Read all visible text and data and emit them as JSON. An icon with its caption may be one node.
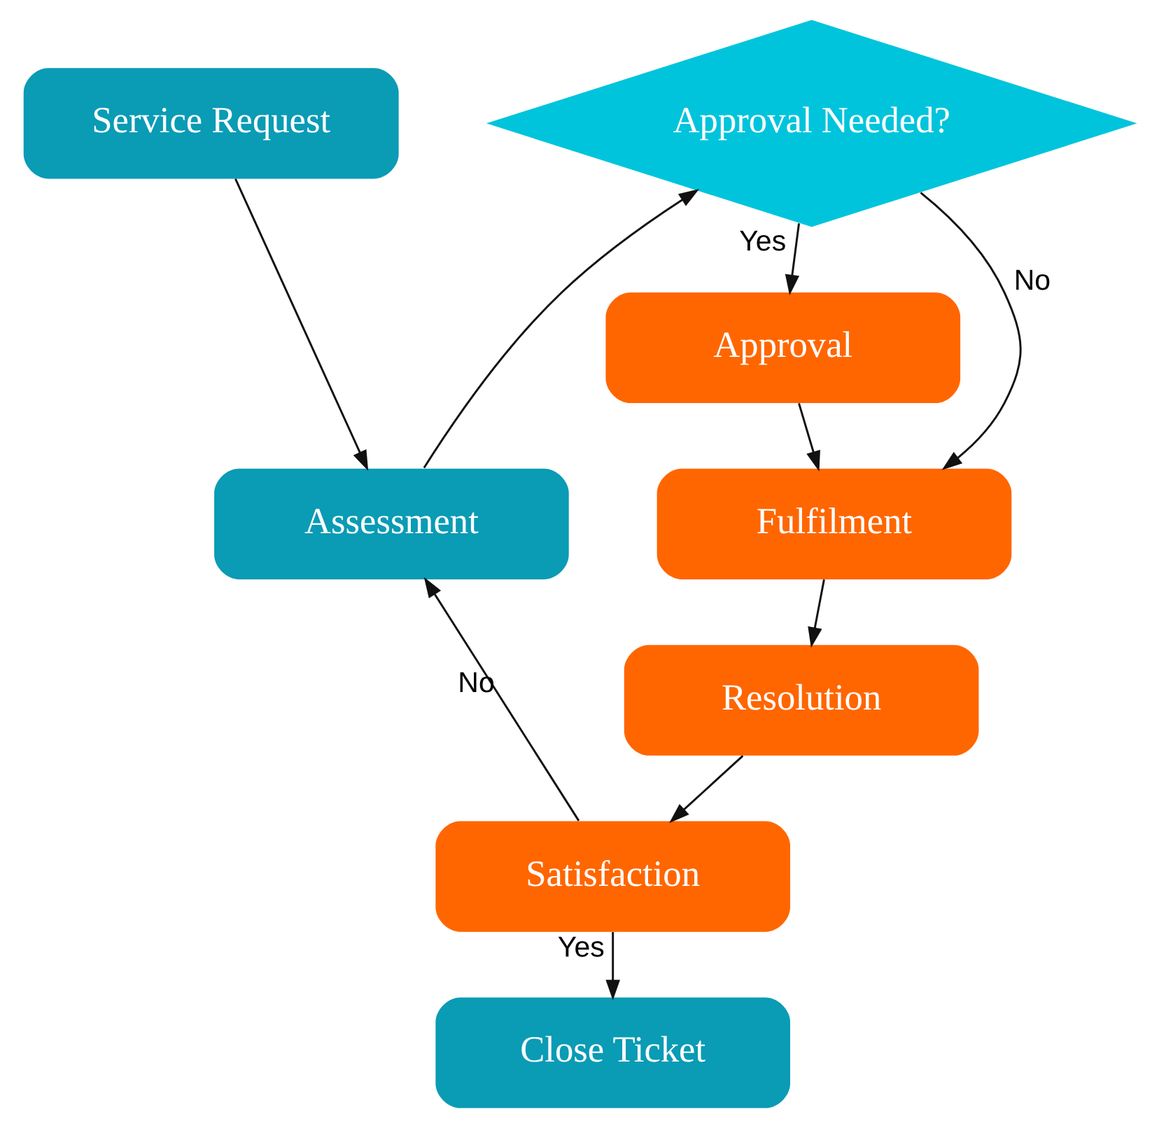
{
  "diagram": {
    "nodes": [
      {
        "text": [
          "Service Request"
        ]
      },
      {
        "text": [
          "Assessment"
        ]
      },
      {
        "text": [
          "Approval Needed?"
        ]
      },
      {
        "text": [
          "Approval"
        ]
      },
      {
        "text": [
          "Fulfilment"
        ]
      },
      {
        "text": [
          "Resolution"
        ]
      },
      {
        "text": [
          "Satisfaction"
        ]
      },
      {
        "text": [
          "Close Ticket"
        ]
      }
    ],
    "edges": [
      {
        "from": 0,
        "to": 1,
        "arrow": "to"
      },
      {
        "from": 1,
        "to": 2,
        "arrow": "to"
      },
      {
        "from": 2,
        "to": 3,
        "arrow": "to",
        "label": "Yes"
      },
      {
        "from": 2,
        "to": 4,
        "arrow": "to",
        "label": "No"
      },
      {
        "from": 3,
        "to": 4,
        "arrow": "to"
      },
      {
        "from": 4,
        "to": 5,
        "arrow": "to"
      },
      {
        "from": 5,
        "to": 6,
        "arrow": "to"
      },
      {
        "from": 6,
        "to": 1,
        "arrow": "to",
        "label": "No"
      },
      {
        "from": 6,
        "to": 7,
        "arrow": "to",
        "label": "Yes"
      }
    ]
  }
}
